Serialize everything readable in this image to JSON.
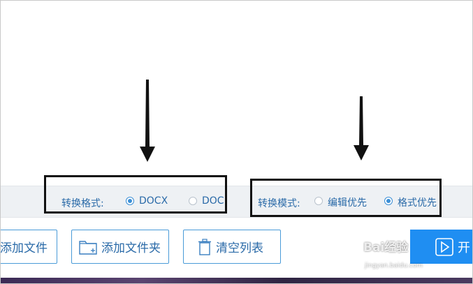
{
  "convert_format": {
    "label": "转换格式:",
    "options": [
      {
        "text": "DOCX",
        "checked": true
      },
      {
        "text": "DOC",
        "checked": false
      }
    ]
  },
  "convert_mode": {
    "label": "转换模式:",
    "options": [
      {
        "text": "编辑优先",
        "checked": false
      },
      {
        "text": "格式优先",
        "checked": true
      }
    ]
  },
  "toolbar": {
    "add_file_label": "添加文件",
    "add_folder_label": "添加文件夹",
    "clear_list_label": "清空列表",
    "start_label": "开"
  },
  "watermark": {
    "brand": "Bai经验",
    "url": "jingyan.baidu.com"
  },
  "colors": {
    "accent": "#1f8ef2",
    "text_blue": "#2a6aa8",
    "highlight": "#111111"
  },
  "icons": [
    "folder-add-icon",
    "trash-icon",
    "play-icon",
    "paw-icon",
    "arrow-down-icon"
  ]
}
